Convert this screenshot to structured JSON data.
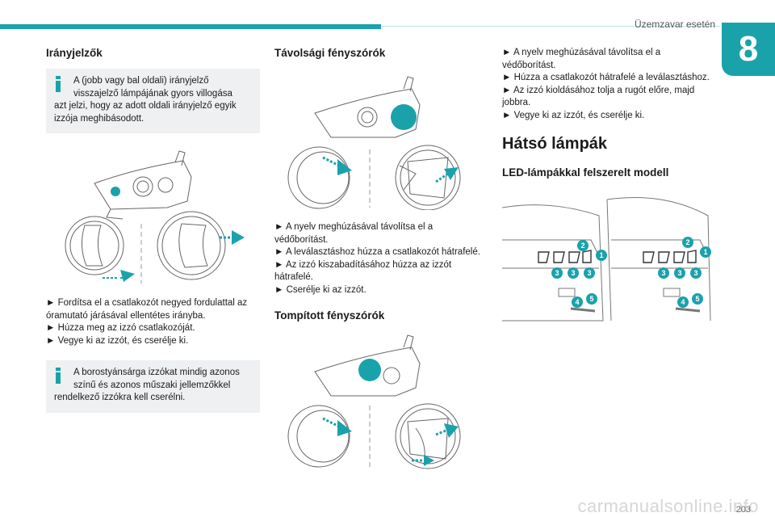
{
  "header": {
    "title": "Üzemzavar esetén",
    "chapter": "8",
    "page_number": "203"
  },
  "col1": {
    "title": "Irányjelzők",
    "note1": {
      "line1": "A (jobb vagy bal oldali) irányjelző",
      "line2": "visszajelző lámpájának gyors villogása",
      "rest": "azt jelzi, hogy az adott oldali irányjelző egyik izzója meghibásodott."
    },
    "steps": [
      "► Fordítsa el a csatlakozót negyed fordulattal az óramutató járásával ellentétes irányba.",
      "► Húzza meg az izzó csatlakozóját.",
      "► Vegye ki az izzót, és cserélje ki."
    ],
    "note2": {
      "line1": "A borostyánsárga izzókat mindig azonos",
      "line2": "színű és azonos műszaki jellemzőkkel",
      "rest": "rendelkező izzókra kell cserélni."
    }
  },
  "col2": {
    "title": "Távolsági fényszórók",
    "steps": [
      "► A nyelv meghúzásával távolítsa el a védőborítást.",
      "► A leválasztáshoz húzza a csatlakozót hátrafelé.",
      "► Az izzó kiszabadításához húzza az izzót hátrafelé.",
      "► Cserélje ki az izzót."
    ],
    "title2": "Tompított fényszórók"
  },
  "col3": {
    "steps": [
      "► A nyelv meghúzásával távolítsa el a védőborítást.",
      "► Húzza a csatlakozót hátrafelé a leválasztáshoz.",
      "► Az izzó kioldásához tolja a rugót előre, majd jobbra.",
      "► Vegye ki az izzót, és cserélje ki."
    ],
    "section_title": "Hátsó lámpák",
    "subtitle": "LED-lámpákkal felszerelt modell",
    "callouts": [
      "2",
      "1",
      "3",
      "3",
      "3",
      "4",
      "5",
      "2",
      "1",
      "3",
      "3",
      "3",
      "4",
      "5"
    ]
  },
  "watermark": "carmanualsonline.info",
  "colors": {
    "accent": "#1aa2ab",
    "note_bg": "#eef0f1"
  }
}
